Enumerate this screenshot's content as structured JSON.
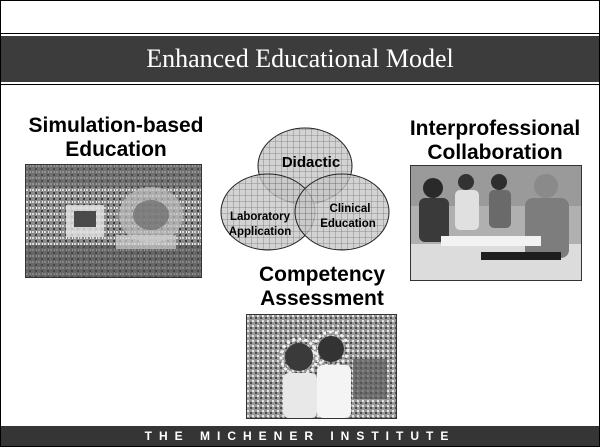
{
  "slide": {
    "title": "Enhanced Educational Model",
    "left_label_line1": "Simulation-based",
    "left_label_line2": "Education",
    "right_label_line1": "Interprofessional",
    "right_label_line2": "Collaboration",
    "bottom_label_line1": "Competency",
    "bottom_label_line2": "Assessment",
    "footer": "THE MICHENER INSTITUTE"
  },
  "venn": {
    "top": "Didactic",
    "left_line1": "Laboratory",
    "left_line2": "Application",
    "right_line1": "Clinical",
    "right_line2": "Education",
    "fill_color": "#c8c8c8",
    "grid_color": "#555555"
  }
}
